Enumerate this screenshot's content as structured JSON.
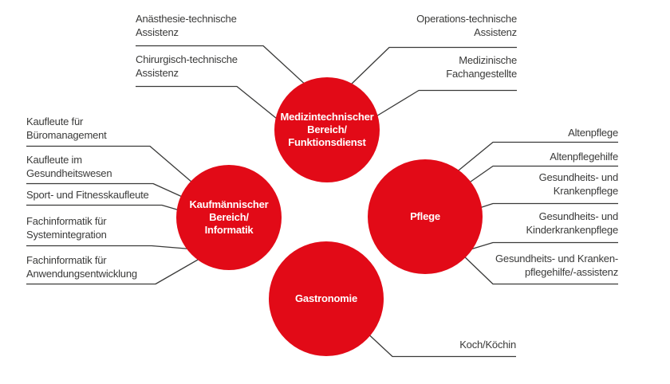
{
  "diagram": {
    "description": "Berufsfelder-Diagramm mit vier roten Kreisen und zugeordneten Ausbildungsberufen",
    "colors": {
      "node_red": "#e20a17",
      "label_text": "#3a3a39",
      "connector_line": "#3a3a39",
      "background": "#ffffff"
    },
    "nodes": {
      "medizintechnik": "Medizintechnischer\nBereich/\nFunktionsdienst",
      "kaufmaennisch": "Kaufmännischer\nBereich/\nInformatik",
      "pflege": "Pflege",
      "gastronomie": "Gastronomie"
    },
    "labels": {
      "anaesthesie": "Anästhesie-technische\nAssistenz",
      "chirurgisch": "Chirurgisch-technische\nAssistenz",
      "operations": "Operations-technische\nAssistenz",
      "medizinische_fachangestellte": "Medizinische\nFachangestellte",
      "altenpflege": "Altenpflege",
      "altenpflegehilfe": "Altenpflegehilfe",
      "gesundheits_krankenpflege": "Gesundheits- und\nKrankenpflege",
      "gesundheits_kinderkrankenpflege": "Gesundheits- und\nKinderkrankenpflege",
      "gesundheits_krankenpflegehilfe": "Gesundheits- und Kranken-\npflegehilfe/-assistenz",
      "kaufleute_bueromanagement": "Kaufleute für\nBüromanagement",
      "kaufleute_gesundheitswesen": "Kaufleute im\nGesundheitswesen",
      "sport_fitnesskaufleute": "Sport- und Fitnesskaufleute",
      "fachinformatik_systemintegration": "Fachinformatik für\nSystemintegration",
      "fachinformatik_anwendungsentwicklung": "Fachinformatik für\nAnwendungsentwicklung",
      "koch": "Koch/Köchin"
    }
  }
}
